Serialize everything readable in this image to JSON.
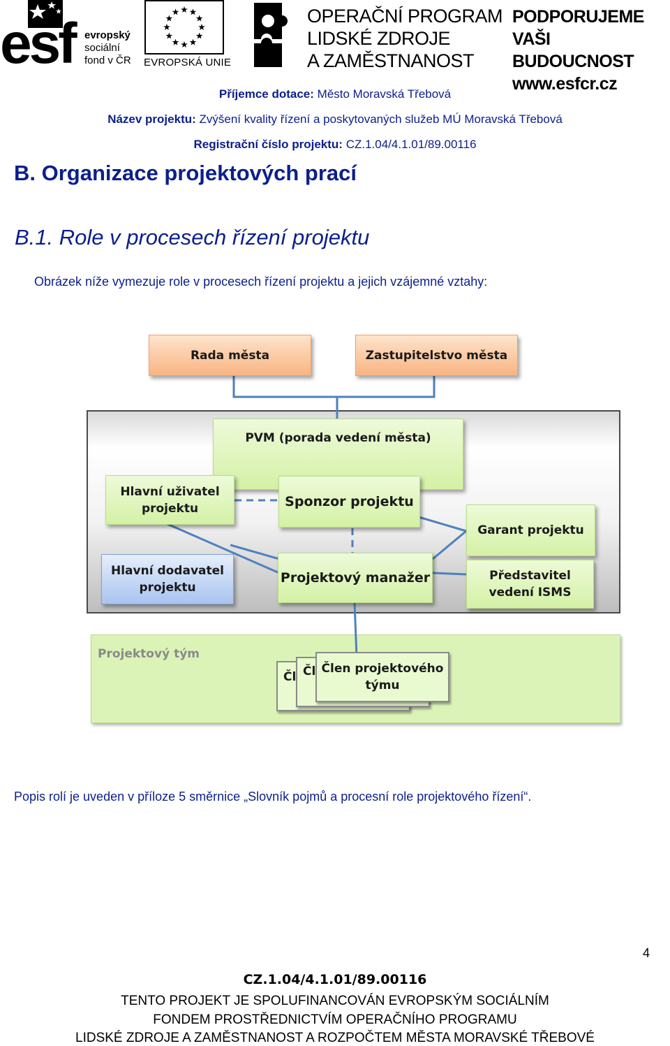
{
  "header": {
    "esf_word": "esf",
    "esf_sub_line1": "evropský",
    "esf_sub_line2": "sociální",
    "esf_sub_line3": "fond v ČR",
    "eu_label": "EVROPSKÁ UNIE",
    "op_line1": "OPERAČNÍ PROGRAM",
    "op_line2": "LIDSKÉ ZDROJE",
    "op_line3": "A ZAMĚSTNANOST",
    "slogan_line1": "PODPORUJEME",
    "slogan_line2": "VAŠI BUDOUCNOST",
    "slogan_line3": "www.esfcr.cz"
  },
  "project_info": {
    "recipient_label": "Příjemce dotace:",
    "recipient_value": "Město Moravská Třebová",
    "name_label": "Název projektu:",
    "name_value": "Zvýšení kvality řízení a poskytovaných služeb MÚ Moravská Třebová",
    "reg_label": "Registrační číslo projektu:",
    "reg_value": "CZ.1.04/4.1.01/89.00116"
  },
  "headings": {
    "section": "B. Organizace projektových prací",
    "subsection": "B.1. Role v procesech řízení projektu"
  },
  "intro": "Obrázek níže vymezuje role v procesech řízení projektu a jejich vzájemné vztahy:",
  "diagram": {
    "rada": "Rada města",
    "zastupitelstvo": "Zastupitelstvo města",
    "pvm": "PVM (porada vedení města)",
    "hlavni_uzivatel_1": "Hlavní uživatel",
    "hlavni_uzivatel_2": "projektu",
    "sponzor": "Sponzor projektu",
    "garant": "Garant projektu",
    "hlavni_dodavatel_1": "Hlavní dodavatel",
    "hlavni_dodavatel_2": "projektu",
    "manazer": "Projektový manažer",
    "predstavitel_1": "Představitel",
    "predstavitel_2": "vedení ISMS",
    "team_label": "Projektový tým",
    "member_stub": "Čl",
    "member_1": "Člen projektového",
    "member_2": "týmu"
  },
  "popis": "Popis rolí je uveden v příloze 5 směrnice „Slovník pojmů a procesní role projektového řízení“.",
  "page_number": "4",
  "footer": {
    "reg": "CZ.1.04/4.1.01/89.00116",
    "line1": "TENTO PROJEKT JE SPOLUFINANCOVÁN EVROPSKÝM SOCIÁLNÍM",
    "line2": "FONDEM PROSTŘEDNICTVÍM OPERAČNÍHO PROGRAMU",
    "line3": "LIDSKÉ ZDROJE A ZAMĚSTNANOST A ROZPOČTEM MĚSTA MORAVSKÉ TŘEBOVÉ"
  }
}
